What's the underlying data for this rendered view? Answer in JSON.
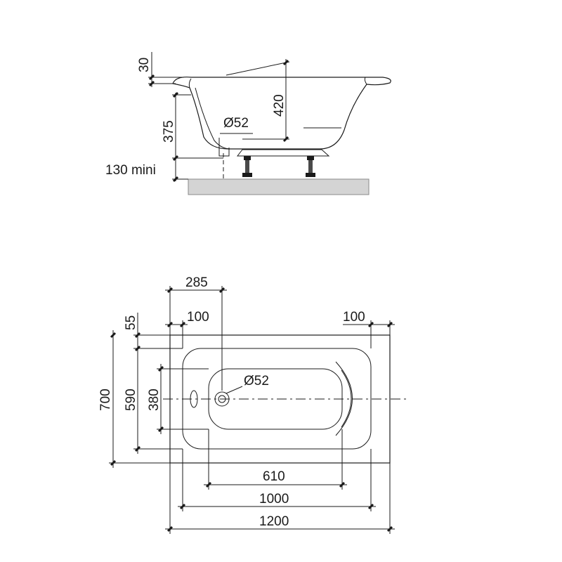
{
  "side_view": {
    "rim_height": "30",
    "depth": "420",
    "bottom_height": "375",
    "drain_diameter": "Ø52",
    "leg_height": "130 mini"
  },
  "top_view": {
    "drain_offset": "285",
    "left_margin": "100",
    "right_margin": "100",
    "rim_width": "55",
    "outer_width": "700",
    "inner_width": "590",
    "bottom_width": "380",
    "drain_diameter": "Ø52",
    "bottom_length": "610",
    "inner_length": "1000",
    "outer_length": "1200"
  },
  "colors": {
    "line": "#1a1a1a",
    "floor": "#d4d4d4"
  }
}
